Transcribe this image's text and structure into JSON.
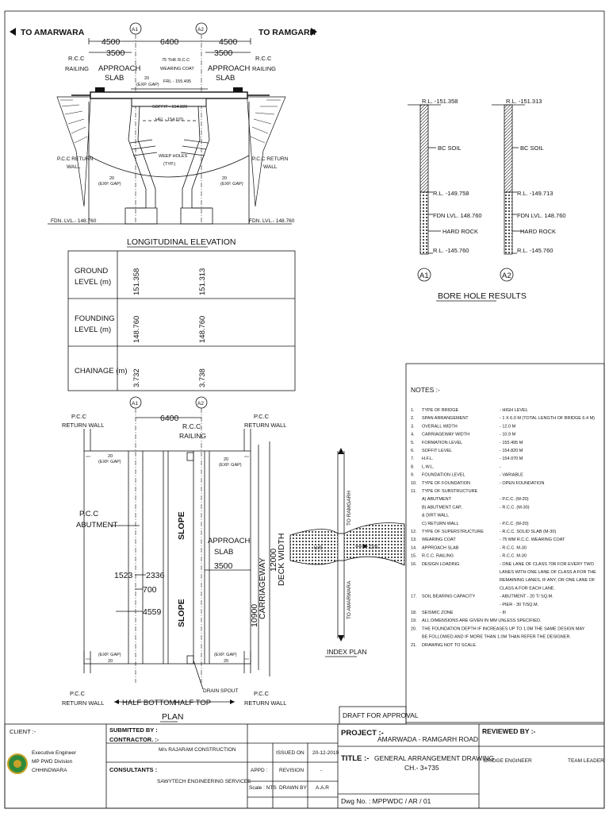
{
  "elevation": {
    "dir_left": "TO AMARWARA",
    "dir_right": "TO RAMGARH",
    "axis_a1": "A1",
    "axis_a2": "A2",
    "dim_4500_left": "4500",
    "dim_6400": "6400",
    "dim_4500_right": "4500",
    "dim_3500_left": "3500",
    "dim_3500_right": "3500",
    "rcc_railing_left": [
      "R.C.C",
      "RAILING"
    ],
    "rcc_railing_right": [
      "R.C.C",
      "RAILING"
    ],
    "approach_slab_left": [
      "APPROACH",
      "SLAB"
    ],
    "approach_slab_right": [
      "APPROACH",
      "SLAB"
    ],
    "wearing_coat": [
      "75 THK R.C.C",
      "WEARING COAT"
    ],
    "frl": "FRL - 155.495",
    "exp_gap_top": [
      "20",
      "(EXP. GAP)"
    ],
    "soffit": "SOFFIT - 154.820",
    "hfl": "HFL - 154.070",
    "weep_holes": [
      "WEEP HOLES",
      "(TYP.)"
    ],
    "pcc_return_left": [
      "P.C.C RETURN",
      "WALL"
    ],
    "pcc_return_right": [
      "P.C.C RETURN",
      "WALL"
    ],
    "exp_gap_left": [
      "20",
      "(EXP. GAP)"
    ],
    "exp_gap_right": [
      "20",
      "(EXP. GAP)"
    ],
    "fdn_left": "FDN. LVL.- 148.760",
    "fdn_right": "FDN. LVL.- 148.760",
    "title": "LONGITUDINAL ELEVATION"
  },
  "table": {
    "rows": [
      {
        "label": [
          "GROUND",
          "LEVEL (m)"
        ],
        "a1": "151.358",
        "a2": "151.313"
      },
      {
        "label": [
          "FOUNDING",
          "LEVEL (m)"
        ],
        "a1": "148.760",
        "a2": "148.760"
      },
      {
        "label": [
          "CHAINAGE (m)"
        ],
        "a1": "3.732",
        "a2": "3.738"
      }
    ]
  },
  "borehole": {
    "a1": {
      "rl_top": "R.L. -151.358",
      "bc_soil": "BC SOIL",
      "rl_mid": "R.L. -149.758",
      "fdn": "FDN LVL. 148.760",
      "hard_rock": "HARD ROCK",
      "rl_bot": "R.L. -145.760",
      "tag": "A1"
    },
    "a2": {
      "rl_top": "R.L. -151.313",
      "bc_soil": "BC SOIL",
      "rl_mid": "R.L. -149.713",
      "fdn": "FDN LVL. 148.760",
      "hard_rock": "HARD ROCK",
      "rl_bot": "R.L. -145.760",
      "tag": "A2"
    },
    "title": "BORE HOLE RESULTS"
  },
  "plan": {
    "axis_a1": "A1",
    "axis_a2": "A2",
    "dim_6400": "6400",
    "pcc_return_tl": [
      "P.C.C",
      "RETURN WALL"
    ],
    "pcc_return_tr": [
      "P.C.C",
      "RETURN WALL"
    ],
    "pcc_return_bl": [
      "P.C.C",
      "RETURN WALL"
    ],
    "pcc_return_br": [
      "P.C.C",
      "RETURN WALL"
    ],
    "rcc_railing": [
      "R.C.C",
      "RAILING"
    ],
    "pcc_abutment": [
      "P.C.C",
      "ABUTMENT"
    ],
    "approach_slab": [
      "APPROACH",
      "SLAB"
    ],
    "dim_3500": "3500",
    "slope_top": "SLOPE",
    "slope_bottom": "SLOPE",
    "dim_1523": "1523",
    "dim_2336": "2336",
    "dim_700": "700",
    "dim_4559": "4559",
    "dim_10900": "10900",
    "carriageway": "CARRIAGEWAY",
    "dim_12000": "12000",
    "deck_width": "DECK WIDTH",
    "exp_gap_tl": [
      "20",
      "(EXP. GAP)"
    ],
    "exp_gap_tr": [
      "20",
      "(EXP. GAP)"
    ],
    "exp_gap_bl": [
      "(EXP. GAP)",
      "20"
    ],
    "exp_gap_br": [
      "(EXP. GAP)",
      "20"
    ],
    "drain_spout": "DRAIN SPOUT",
    "half_bottom": "HALF BOTTOM",
    "half_top": "HALF TOP",
    "title": "PLAN"
  },
  "index_plan": {
    "to_ramgarh": "TO RAMGARH",
    "to_amarwara": "TO AMARWARA",
    "us": "U/S",
    "ds": "D/S",
    "title": "INDEX PLAN"
  },
  "notes": {
    "heading": "NOTES :-",
    "items": [
      {
        "n": "1.",
        "k": "TYPE OF BRIDGE",
        "v": [
          "- HIGH LEVEL"
        ]
      },
      {
        "n": "2.",
        "k": "SPAN ARRANGEMENT",
        "v": [
          "- 1 X 6.0 M (TOTAL LENGTH OF BRIDGE 6.4 M)"
        ]
      },
      {
        "n": "3.",
        "k": "OVERALL WIDTH",
        "v": [
          "- 12.0 M"
        ]
      },
      {
        "n": "4.",
        "k": "CARRIAGEWAY WIDTH",
        "v": [
          "- 10.9 M"
        ]
      },
      {
        "n": "5.",
        "k": "FORMATION LEVEL",
        "v": [
          "- 155.495 M"
        ]
      },
      {
        "n": "6.",
        "k": "SOFFIT LEVEL",
        "v": [
          "- 154.820 M"
        ]
      },
      {
        "n": "7.",
        "k": "H.F.L.",
        "v": [
          "- 154.070 M"
        ]
      },
      {
        "n": "8.",
        "k": "L.W.L.",
        "v": [
          "-"
        ]
      },
      {
        "n": "9.",
        "k": "FOUNDATION LEVEL",
        "v": [
          "- VARIABLE"
        ]
      },
      {
        "n": "10.",
        "k": "TYPE OF FOUNDATION",
        "v": [
          "- OPEN FOUNDATION"
        ]
      },
      {
        "n": "11.",
        "k": "TYPE OF SUBSTRUCTURE",
        "v": []
      },
      {
        "n": "",
        "k": "A) ABUTMENT",
        "v": [
          "- P.C.C. (M-20)"
        ]
      },
      {
        "n": "",
        "k": "B) ABUTMENT CAP,",
        "v": [
          "- R.C.C. (M-30)"
        ]
      },
      {
        "n": "",
        "k": "& DIRT WALL",
        "v": []
      },
      {
        "n": "",
        "k": "C) RETURN WALL",
        "v": [
          "- P.C.C. (M-20)"
        ]
      },
      {
        "n": "12.",
        "k": "TYPE OF SUPERSTRUCTURE",
        "v": [
          "- R.C.C. SOLID SLAB (M-30)"
        ]
      },
      {
        "n": "13.",
        "k": "WEARING COAT",
        "v": [
          "- 75 MM R.C.C. WEARING COAT"
        ]
      },
      {
        "n": "14.",
        "k": "APPROACH SLAB",
        "v": [
          "- R.C.C. M-30"
        ]
      },
      {
        "n": "15.",
        "k": "R.C.C. RAILING",
        "v": [
          "- R.C.C. M-30"
        ]
      },
      {
        "n": "16.",
        "k": "DESIGN LOADING",
        "v": [
          "- ONE LANE OF CLASS 70R FOR EVERY TWO",
          "LANES WITH ONE LANE OF CLASS A FOR THE",
          "REMAINING LANES, IF ANY, OR ONE LANE OF",
          "CLASS A FOR EACH LANE."
        ]
      },
      {
        "n": "17.",
        "k": "SOIL BEARING CAPACITY",
        "v": [
          "- ABUTMENT - 20 T/ SQ.M.",
          "- PIER - 30 T/SQ.M."
        ]
      },
      {
        "n": "18.",
        "k": "SEISMIC ZONE",
        "v": [
          "- III"
        ]
      },
      {
        "n": "19.",
        "k": "ALL DIMENSIONS ARE GIVEN IN MM UNLESS SPECIFIED.",
        "v": []
      },
      {
        "n": "20.",
        "k": "THE FOUNDATION DEPTH IF INCREASES UP TO 1.0M THE SAME DESIGN MAY",
        "v": []
      },
      {
        "n": "",
        "k": "BE FOLLOWED AND IF MORE THAN 1.0M THAN REFER THE DESIGNER.",
        "v": []
      },
      {
        "n": "21.",
        "k": "DRAWING NOT TO SCALE.",
        "v": []
      }
    ]
  },
  "title_block": {
    "draft": "DRAFT FOR APPROVAL",
    "client_label": "CLIENT :-",
    "client_lines": [
      "Executive Engineer",
      "MP PWD Division",
      "CHHINDWARA"
    ],
    "submitted_by": "SUBMITTED BY :",
    "contractor_label": "CONTRACTOR. :-",
    "contractor": "M/s RAJARAM CONSTRUCTION",
    "consultants_label": "CONSULTANTS :",
    "consultants": "SAWYTECH ENGINEERING SERVICES",
    "issued_on_label": "ISSUED ON",
    "issued_on": "20-12-2019",
    "appd_label": "APPD :",
    "revision_label": "REVISION",
    "revision": "-",
    "scale": "Scale : NTS",
    "drawn_by_label": "DRAWN BY",
    "drawn_by": "A.A.R",
    "project_label": "PROJECT :-",
    "project": "AMARWADA - RAMGARH ROAD",
    "title_label": "TITLE :-",
    "title_lines": [
      "GENERAL ARRANGEMENT DRAWING",
      "CH.- 3+735"
    ],
    "dwg_no": "Dwg No. : MPPWDC / AR / 01",
    "reviewed_by": "REVIEWED BY :-",
    "bridge_engineer": "BRIDGE ENGINEER",
    "team_leader": "TEAM LEADER"
  }
}
